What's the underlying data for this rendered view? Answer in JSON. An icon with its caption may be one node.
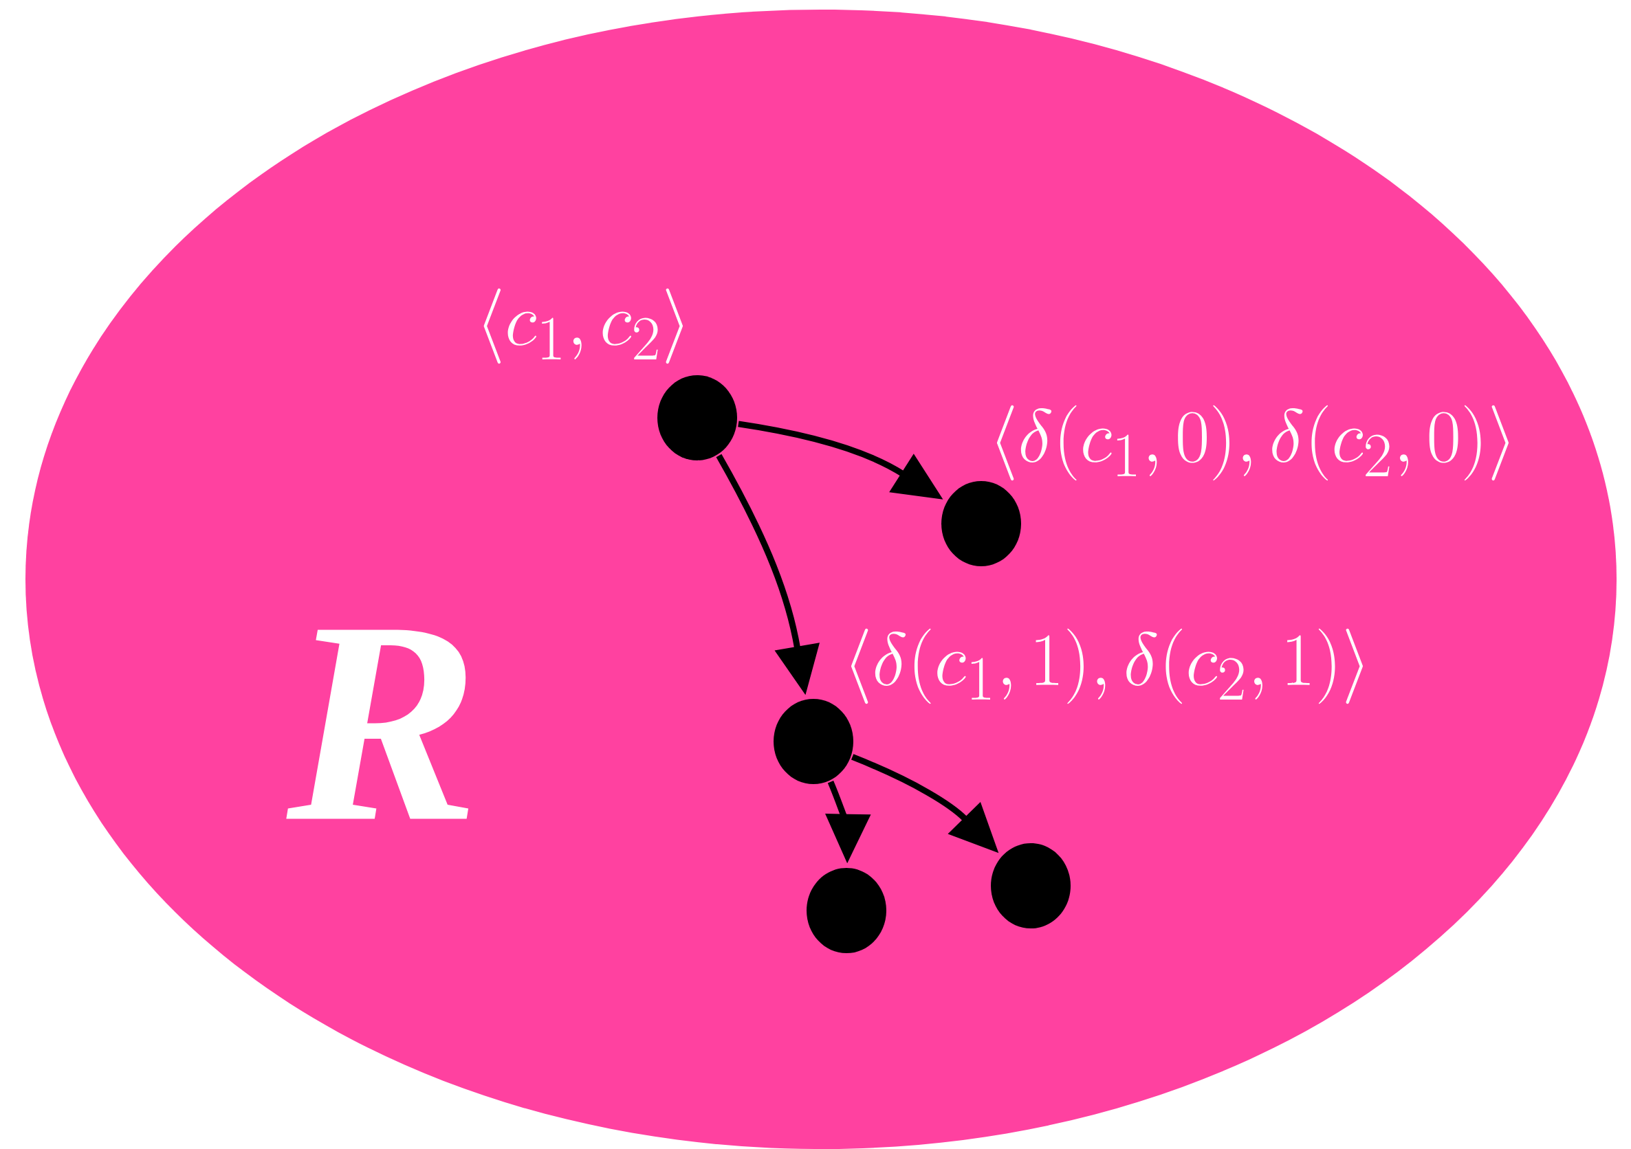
{
  "diagram": {
    "nodes": [
      {
        "text": [
          "R"
        ]
      },
      {
        "text": [],
        "shape": "circle",
        "in": 0,
        "beside": [
          "\\langle c_1, c_2 \\rangle"
        ]
      },
      {
        "text": [],
        "shape": "circle",
        "in": 0,
        "beside": [
          "\\langle \\delta(c_1,0), \\delta(c_2,0) \\rangle"
        ]
      },
      {
        "text": [],
        "shape": "circle",
        "in": 0,
        "beside": [
          "\\langle \\delta(c_1,1), \\delta(c_2,1) \\rangle"
        ]
      },
      {
        "text": [],
        "shape": "circle",
        "in": 0
      },
      {
        "text": [],
        "shape": "circle",
        "in": 0
      }
    ],
    "edges": [
      {
        "from": 1,
        "to": 2,
        "arrow": "to"
      },
      {
        "from": 1,
        "to": 3,
        "arrow": "to"
      },
      {
        "from": 3,
        "to": 4,
        "arrow": "to"
      },
      {
        "from": 3,
        "to": 5,
        "arrow": "to"
      }
    ]
  }
}
